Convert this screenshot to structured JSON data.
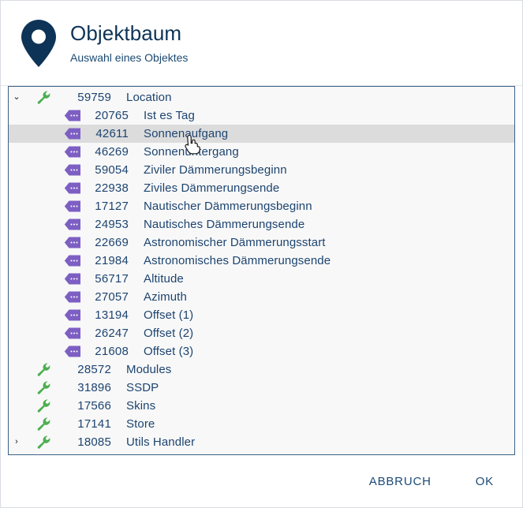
{
  "header": {
    "icon": "location-pin-icon",
    "title": "Objektbaum",
    "subtitle": "Auswahl eines Objektes"
  },
  "colors": {
    "navy": "#0d3357",
    "text": "#1d4470",
    "panel_border": "#3d6184",
    "panel_bg": "#f8f8f8",
    "selected_bg": "#dcdcdc",
    "wrench_green": "#4caf50",
    "tag_purple": "#7d5fc4"
  },
  "tree": {
    "rows": [
      {
        "depth": 0,
        "twisty": "⌄",
        "icon": "wrench-icon",
        "id": "59759",
        "label": "Location",
        "selected": false
      },
      {
        "depth": 1,
        "twisty": "",
        "icon": "tag-icon",
        "id": "20765",
        "label": "Ist es Tag",
        "selected": false
      },
      {
        "depth": 1,
        "twisty": "",
        "icon": "tag-icon",
        "id": "42611",
        "label": "Sonnenaufgang",
        "selected": true
      },
      {
        "depth": 1,
        "twisty": "",
        "icon": "tag-icon",
        "id": "46269",
        "label": "Sonnenuntergang",
        "selected": false
      },
      {
        "depth": 1,
        "twisty": "",
        "icon": "tag-icon",
        "id": "59054",
        "label": "Ziviler Dämmerungsbeginn",
        "selected": false
      },
      {
        "depth": 1,
        "twisty": "",
        "icon": "tag-icon",
        "id": "22938",
        "label": "Ziviles Dämmerungsende",
        "selected": false
      },
      {
        "depth": 1,
        "twisty": "",
        "icon": "tag-icon",
        "id": "17127",
        "label": "Nautischer Dämmerungsbeginn",
        "selected": false
      },
      {
        "depth": 1,
        "twisty": "",
        "icon": "tag-icon",
        "id": "24953",
        "label": "Nautisches Dämmerungsende",
        "selected": false
      },
      {
        "depth": 1,
        "twisty": "",
        "icon": "tag-icon",
        "id": "22669",
        "label": "Astronomischer Dämmerungsstart",
        "selected": false
      },
      {
        "depth": 1,
        "twisty": "",
        "icon": "tag-icon",
        "id": "21984",
        "label": "Astronomisches Dämmerungsende",
        "selected": false
      },
      {
        "depth": 1,
        "twisty": "",
        "icon": "tag-icon",
        "id": "56717",
        "label": "Altitude",
        "selected": false
      },
      {
        "depth": 1,
        "twisty": "",
        "icon": "tag-icon",
        "id": "27057",
        "label": "Azimuth",
        "selected": false
      },
      {
        "depth": 1,
        "twisty": "",
        "icon": "tag-icon",
        "id": "13194",
        "label": "Offset (1)",
        "selected": false
      },
      {
        "depth": 1,
        "twisty": "",
        "icon": "tag-icon",
        "id": "26247",
        "label": "Offset (2)",
        "selected": false
      },
      {
        "depth": 1,
        "twisty": "",
        "icon": "tag-icon",
        "id": "21608",
        "label": "Offset (3)",
        "selected": false
      },
      {
        "depth": 0,
        "twisty": "",
        "icon": "wrench-icon",
        "id": "28572",
        "label": "Modules",
        "selected": false
      },
      {
        "depth": 0,
        "twisty": "",
        "icon": "wrench-icon",
        "id": "31896",
        "label": "SSDP",
        "selected": false
      },
      {
        "depth": 0,
        "twisty": "",
        "icon": "wrench-icon",
        "id": "17566",
        "label": "Skins",
        "selected": false
      },
      {
        "depth": 0,
        "twisty": "",
        "icon": "wrench-icon",
        "id": "17141",
        "label": "Store",
        "selected": false
      },
      {
        "depth": 0,
        "twisty": "›",
        "icon": "wrench-icon",
        "id": "18085",
        "label": "Utils Handler",
        "selected": false
      }
    ]
  },
  "footer": {
    "cancel_label": "ABBRUCH",
    "ok_label": "OK"
  },
  "cursor": {
    "type": "pointing-hand-cursor"
  }
}
